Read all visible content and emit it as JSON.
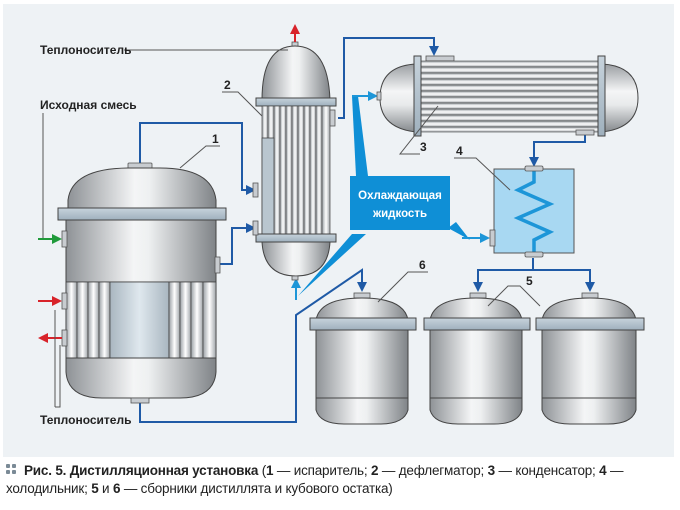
{
  "labels": {
    "heat_carrier_top": "Теплоноситель",
    "feed_mixture": "Исходная смесь",
    "heat_carrier_bottom": "Теплоноситель",
    "coolant_line1": "Охлаждающая",
    "coolant_line2": "жидкость"
  },
  "component_numbers": {
    "evaporator": "1",
    "dephlegmator": "2",
    "condenser": "3",
    "cooler": "4",
    "distillate_collectors": "5",
    "residue_collector": "6"
  },
  "caption": {
    "prefix": "Рис. 5.",
    "title": "Дистилляционная установка",
    "open": " (",
    "items": [
      {
        "num": "1",
        "text": " — испаритель; "
      },
      {
        "num": "2",
        "text": " — дефлегматор; "
      },
      {
        "num": "3",
        "text": " — конденсатор; "
      },
      {
        "num": "4",
        "text": " — холодильник; "
      }
    ],
    "num5": "5",
    "and": " и ",
    "num6": "6",
    "tail": " — сборники дистиллята и кубового остатка)"
  },
  "colors": {
    "background_panel": "#eef2f5",
    "process_line": "#1f5aa6",
    "coolant": "#1d96d8",
    "callout": "#0f8fd6",
    "heat_in": "#d8232a",
    "feed": "#1f9a3a",
    "cooler_fill": "#a8d8f2",
    "steel": "#b8bcc0"
  }
}
